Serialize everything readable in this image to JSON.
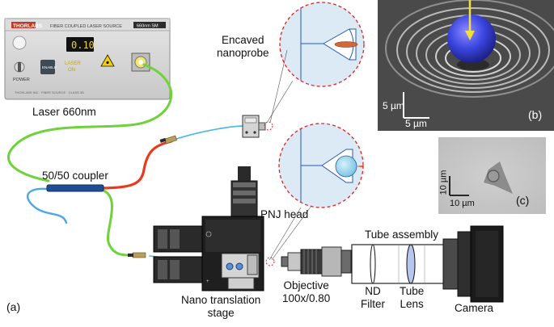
{
  "laser_source": {
    "brand": "THORLABS",
    "model_title": "FIBER COUPLED LASER SOURCE",
    "wavelength_tag": "660nm SM",
    "display_value": "0.10",
    "power_label": "POWER",
    "enable_label": "ENABLE",
    "caption": "Laser 660nm"
  },
  "labels": {
    "encaved_nanoprobe": "Encaved\nnanoprobe",
    "coupler": "50/50 coupler",
    "pnj_head": "PNJ head",
    "tube_assembly": "Tube assembly",
    "objective": "Objective\n100x/0.80",
    "nano_stage": "Nano translation\nstage",
    "nd_filter": "ND\nFilter",
    "tube_lens": "Tube\nLens",
    "camera": "Camera",
    "panel_a": "(a)"
  },
  "panel_b": {
    "tag": "(b)",
    "scale_vertical": "5 µm",
    "scale_horizontal": "5 µm"
  },
  "panel_c": {
    "tag": "(c)",
    "scale_vertical": "10 µm",
    "scale_horizontal": "10 µm"
  },
  "colors": {
    "fiber_green": "#6fd23c",
    "fiber_blue": "#44b6e8",
    "fiber_red": "#e63b1c",
    "coupler_blue": "#1f4e94",
    "dashed_circle": "#e32222",
    "sem_sphere": "#3b46e0",
    "arrow_yellow": "#f2e03a"
  }
}
